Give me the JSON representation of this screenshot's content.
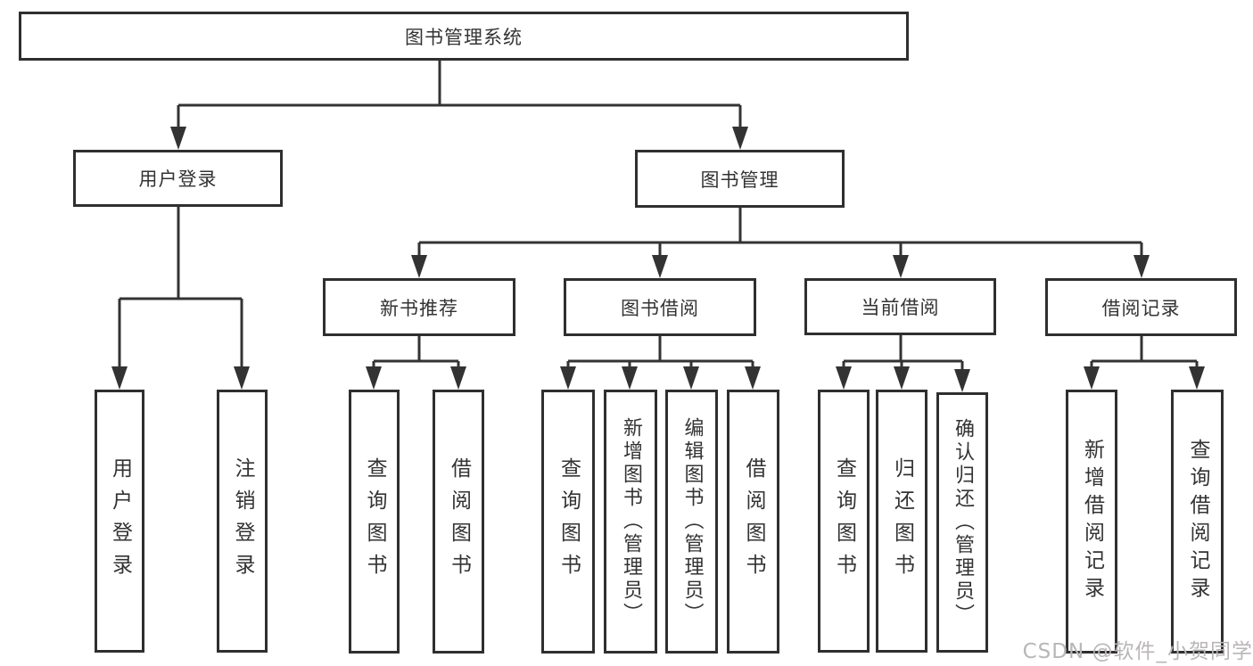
{
  "diagram": {
    "title": "图书管理系统",
    "level2": {
      "user_login": "用户登录",
      "book_management": "图书管理"
    },
    "level3": {
      "new_book_recommend": "新书推荐",
      "book_borrow": "图书借阅",
      "current_borrow": "当前借阅",
      "borrow_records": "借阅记录"
    },
    "leaves": {
      "login": [
        "用户登录",
        "注销登录"
      ],
      "newbook": [
        "查询图书",
        "借阅图书"
      ],
      "borrow": [
        "查询图书",
        "新增图书（管理员）",
        "编辑图书（管理员）",
        "借阅图书"
      ],
      "current": [
        "查询图书",
        "归还图书",
        "确认归还（管理员）"
      ],
      "records": [
        "新增借阅记录",
        "查询借阅记录"
      ]
    }
  },
  "watermark": {
    "text": "CSDN @软件_小贺同学"
  },
  "colors": {
    "line": "#333333",
    "box_border": "#2f2f2f",
    "box_fill": "#ffffff",
    "text": "#333333",
    "watermark": "#b9b6b6",
    "background": "#ffffff"
  }
}
